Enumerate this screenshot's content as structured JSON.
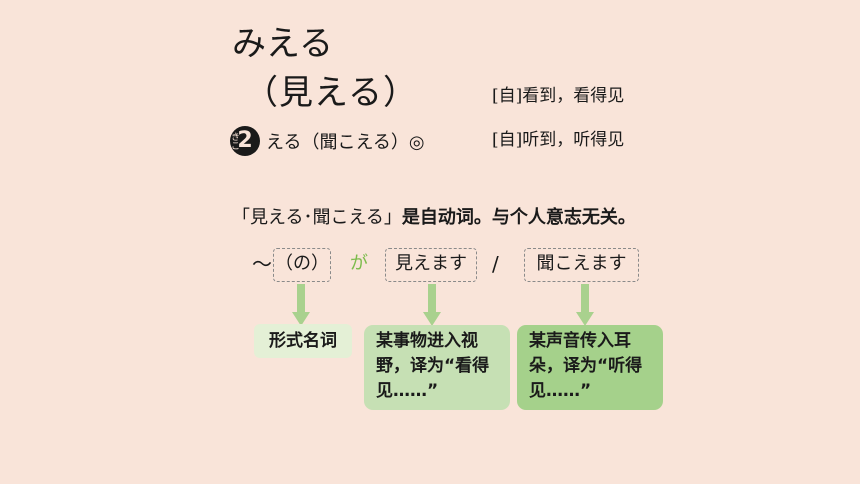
{
  "word1": {
    "kana": "みえる",
    "kanji": "（見える）",
    "meaning": "[自]看到，看得见"
  },
  "word2": {
    "number": "2",
    "ruby": "きこ",
    "text": "える（聞こえる）◎",
    "meaning": "[自]听到，听得见"
  },
  "explanation": {
    "quoted": "「見える･聞こえる」",
    "rest": "是自动词。与个人意志无关。"
  },
  "pattern": {
    "tilde": "～",
    "no_box": "（の）",
    "ga": "が",
    "mie_box": "見えます",
    "slash": "/",
    "kiko_box": "聞こえます"
  },
  "notes": {
    "formal_noun": "形式名词",
    "card1": "某事物进入视野，译为“看得见……”",
    "card2": "某声音传入耳朵，译为“听得见……”"
  },
  "colors": {
    "background": "#f9e4d9",
    "ga_green": "#7cbb4b",
    "arrow_green": "#a9d18e",
    "card1": "#c6e0b4",
    "card2": "#a5d18b"
  }
}
